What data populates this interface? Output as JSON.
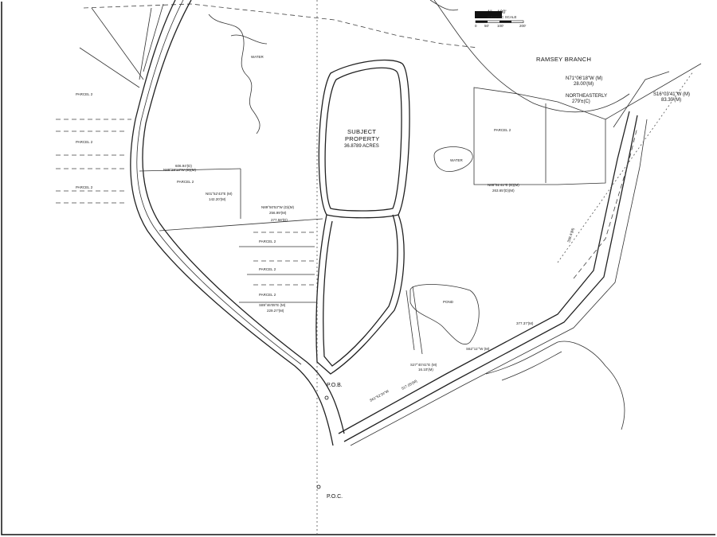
{
  "scale": {
    "label": "1\" = 100'",
    "sublabel": "GRAPHIC SCALE",
    "ticks": [
      "0",
      "50'",
      "100'",
      "200'"
    ]
  },
  "labels": {
    "ramsey_branch": "RAMSEY BRANCH",
    "subject_line1": "SUBJECT",
    "subject_line2": "PROPERTY",
    "subject_area": "36.8789 ACRES",
    "pond": "POND",
    "pob": "P.O.B.",
    "poc": "P.O.C.",
    "northeasterly": "NORTHEASTERLY",
    "northeasterly_dist": "279'±(C)",
    "water": "WATER",
    "parcel": "PARCEL 2"
  },
  "bearings": {
    "n71": "N71°06'18\"W (M)",
    "n71_dist": "28.00'(M)",
    "s16": "S16°03'41\"W (M)",
    "s16_dist": "83.30'(M)",
    "n88": "N88°28'13\"W (D)(M)",
    "n88_dist": "606.94'(D)",
    "n01": "N01°52'43\"E (M)",
    "n01_dist": "142.20'(M)",
    "n89": "N89°50'53\"W (D)(M)",
    "n89_dist": "256.99'(M)",
    "dist_277": "277.58'(D)",
    "n88b": "N88°51'41\"E (D)(M)",
    "n88b_dist": "263.65'(D)(M)",
    "s89": "S89°46'05\"E (M)",
    "s89_dist": "229.27'(M)",
    "s27": "S27°40'41\"E (M)",
    "s27_dist": "16.10'(M)",
    "s62": "S62°11'°W (M)",
    "dist_377": "377.37'(M)",
    "s61": "S61°52'24\"W",
    "dist_517": "517.05'(M)",
    "dist_338": "338.4'(M)"
  }
}
